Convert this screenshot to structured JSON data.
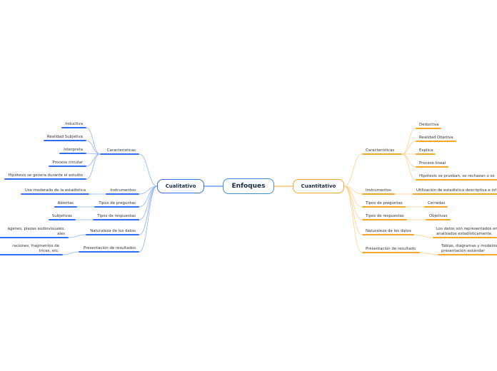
{
  "colors": {
    "left": "#2f6df6",
    "left_link": "#8fb0fb",
    "right": "#f9a52a",
    "right_link": "#fcd08e",
    "center": "#3d8fe0"
  },
  "center": {
    "label": "Enfoques"
  },
  "left": {
    "label": "Cualitativo",
    "branches": [
      {
        "label": "Características",
        "leaves": [
          "Inductiva",
          "Realidad Subjetiva",
          "Interpreta",
          "Proceso circular",
          "Hipótesis se genera durante el estudio"
        ]
      },
      {
        "label": "Instrumentos",
        "leaves": [
          "Uso moderado de la estadística"
        ]
      },
      {
        "label": "Tipos de preguntas",
        "leaves": [
          "Abiertas"
        ]
      },
      {
        "label": "Tipos de respuestas",
        "leaves": [
          "Subjetivas"
        ]
      },
      {
        "label": "Naturaleza de los datos",
        "leaves": [
          "ágenes, piezas audiovisuales,\nales"
        ]
      },
      {
        "label": "Presentación de resultados",
        "leaves": [
          "raciones, fragmentos de\ntrices, etc."
        ]
      }
    ]
  },
  "right": {
    "label": "Cuantitativo",
    "branches": [
      {
        "label": "Características",
        "leaves": [
          "Deductiva",
          "Realidad Objetiva",
          "Explica",
          "Proceso lineal",
          "Hipótesis se prueban, se rechazan o se"
        ]
      },
      {
        "label": "Instrumentos",
        "leaves": [
          "Utilización de estadística descriptiva e inf"
        ]
      },
      {
        "label": "Tipos de preguntas",
        "leaves": [
          "Cerradas"
        ]
      },
      {
        "label": "Tipos de respuestas",
        "leaves": [
          "Objetivas"
        ]
      },
      {
        "label": "Naturaleza de los datos",
        "leaves": [
          "Los datos son representados en\nanalizados estadísticamente."
        ]
      },
      {
        "label": "Presentación de resultado",
        "leaves": [
          "Tablas, diagramas y modelos\npresentación estándar"
        ]
      }
    ]
  }
}
